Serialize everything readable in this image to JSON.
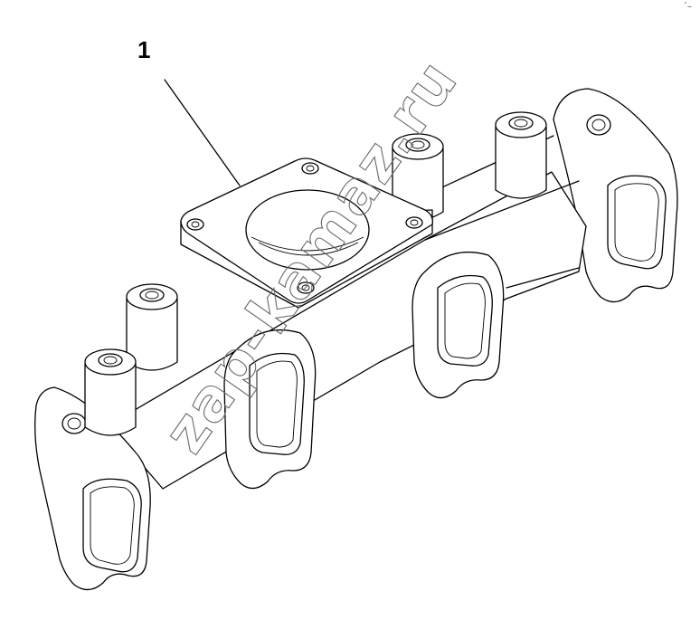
{
  "diagram": {
    "callouts": [
      {
        "label": "1",
        "part": "exhaust-manifold"
      }
    ],
    "watermark": "zap-kamaz.ru",
    "corner_mark": "´–"
  }
}
